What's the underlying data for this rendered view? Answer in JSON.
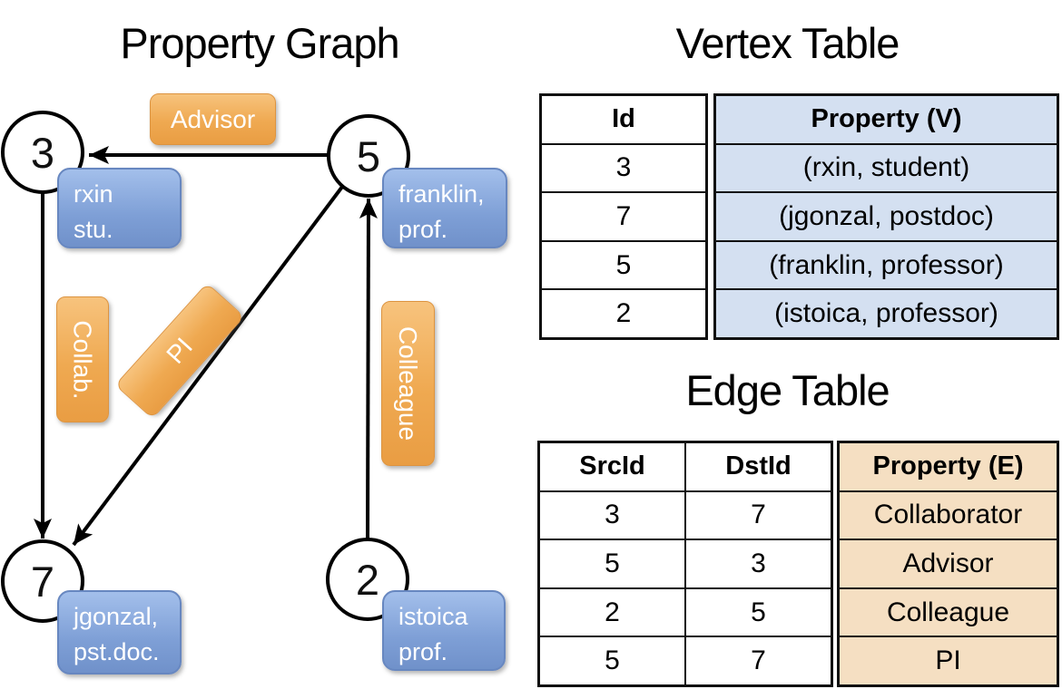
{
  "graph": {
    "title": "Property Graph",
    "nodes": [
      {
        "id": "3",
        "property_line1": "rxin",
        "property_line2": "stu."
      },
      {
        "id": "5",
        "property_line1": "franklin,",
        "property_line2": "prof."
      },
      {
        "id": "7",
        "property_line1": "jgonzal,",
        "property_line2": "pst.doc."
      },
      {
        "id": "2",
        "property_line1": "istoica",
        "property_line2": "prof."
      }
    ],
    "edge_labels": {
      "advisor": "Advisor",
      "collab": "Collab.",
      "pi": "PI",
      "colleague": "Colleague"
    }
  },
  "vertex_table": {
    "title": "Vertex Table",
    "col_id": "Id",
    "col_property": "Property (V)",
    "rows": [
      {
        "id": "3",
        "property": "(rxin, student)"
      },
      {
        "id": "7",
        "property": "(jgonzal, postdoc)"
      },
      {
        "id": "5",
        "property": "(franklin, professor)"
      },
      {
        "id": "2",
        "property": "(istoica, professor)"
      }
    ]
  },
  "edge_table": {
    "title": "Edge Table",
    "col_src": "SrcId",
    "col_dst": "DstId",
    "col_property": "Property (E)",
    "rows": [
      {
        "src": "3",
        "dst": "7",
        "property": "Collaborator"
      },
      {
        "src": "5",
        "dst": "3",
        "property": "Advisor"
      },
      {
        "src": "2",
        "dst": "5",
        "property": "Colleague"
      },
      {
        "src": "5",
        "dst": "7",
        "property": "PI"
      }
    ]
  },
  "colors": {
    "edge_label_fill": "#efa951",
    "vertex_label_fill": "#7e9fd6",
    "vertex_table_property_fill": "#d4e0f1",
    "edge_table_property_fill": "#f5dfc2",
    "line_color": "#000000"
  }
}
